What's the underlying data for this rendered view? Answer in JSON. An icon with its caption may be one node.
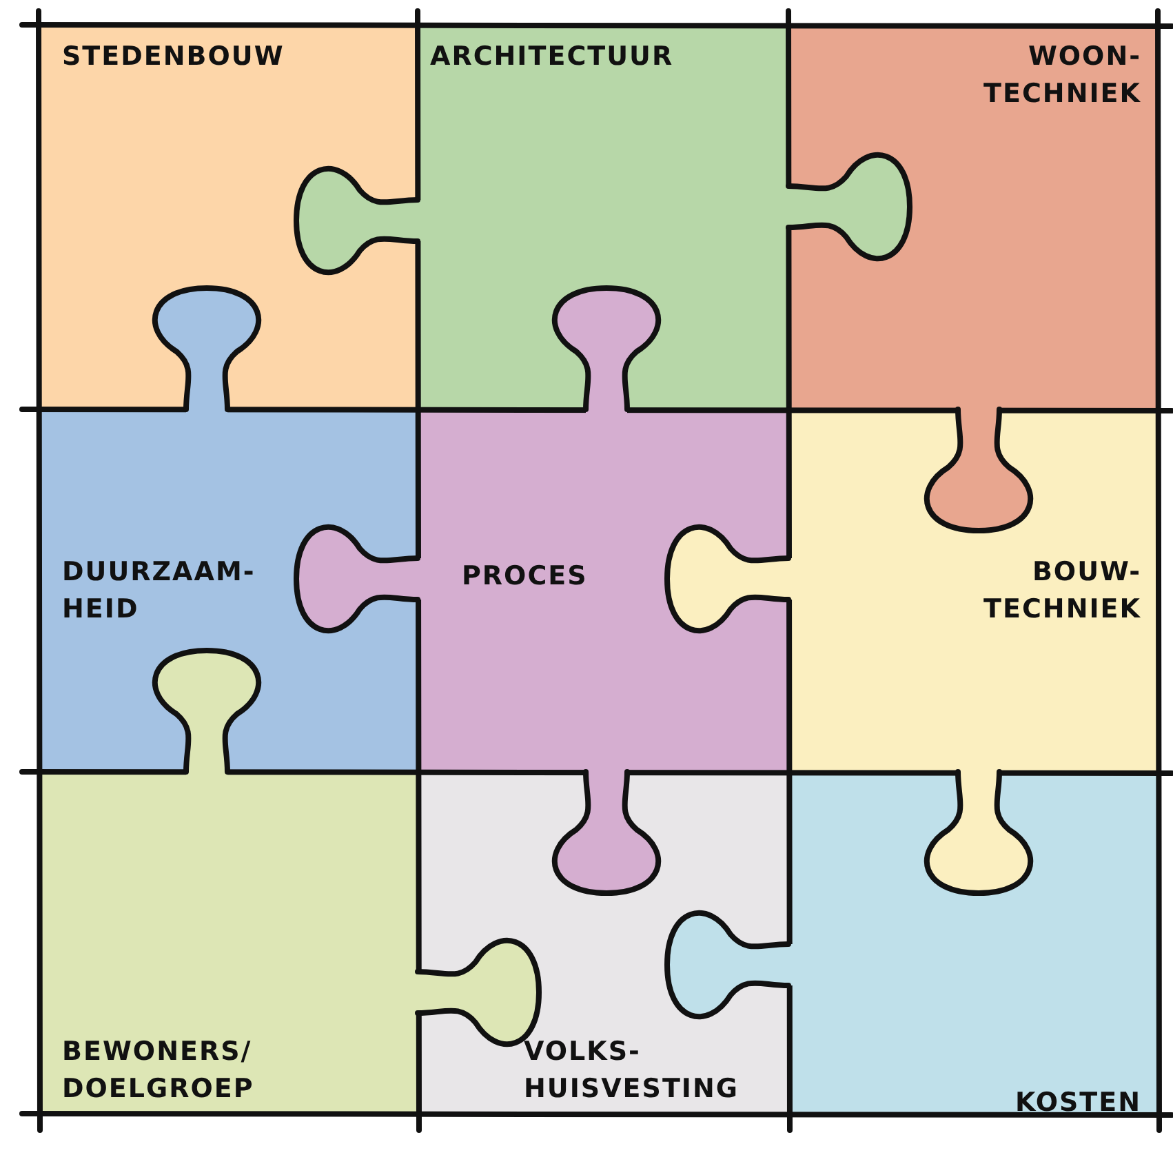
{
  "diagram": {
    "nodes": [
      {
        "text": [
          "STEDENBOUW"
        ]
      },
      {
        "text": [
          "ARCHITECTUUR"
        ]
      },
      {
        "text": [
          "WOON- TECHNIEK"
        ]
      },
      {
        "text": [
          "DUURZAAM- HEID"
        ]
      },
      {
        "text": [
          "PROCES"
        ]
      },
      {
        "text": [
          "BOUW- TECHNIEK"
        ]
      },
      {
        "text": [
          "BEWONERS/ DOELGROEP"
        ]
      },
      {
        "text": [
          "VOLKS- HUISVESTING"
        ]
      },
      {
        "text": [
          "KOSTEN"
        ]
      }
    ]
  }
}
